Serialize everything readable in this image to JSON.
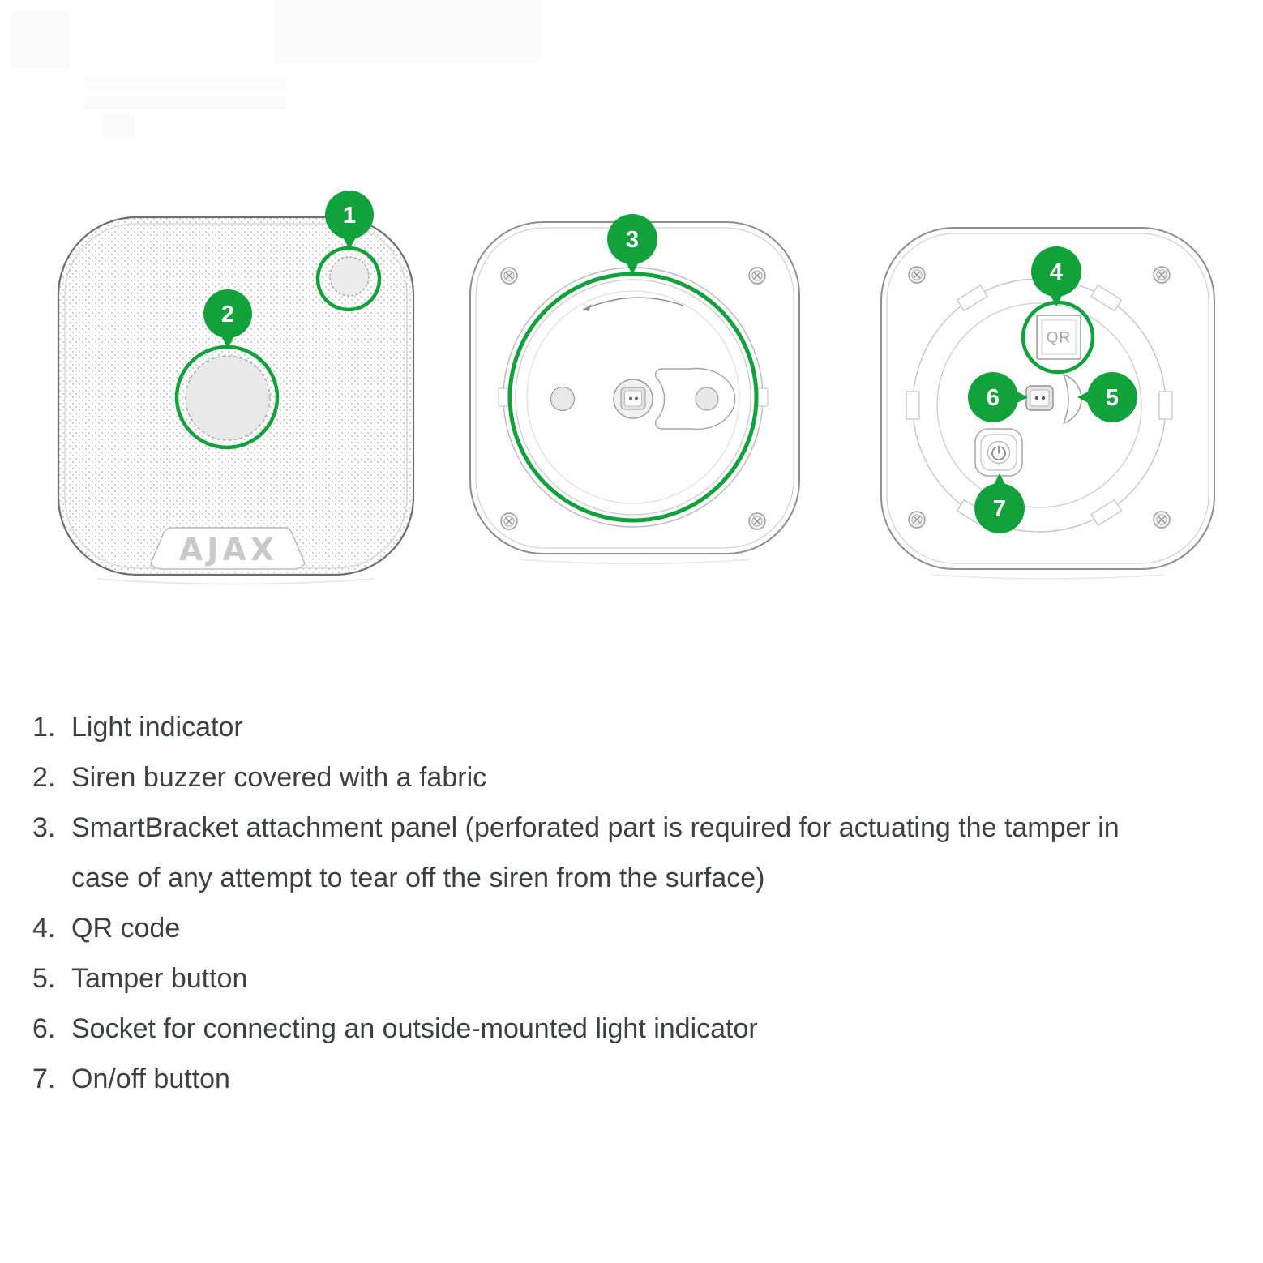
{
  "diagram": {
    "accent_green": "#11A23C",
    "device_outline_gray": "#8f8f8f",
    "front": {
      "logo": "AJAX"
    },
    "back": {
      "qr_label": "QR"
    },
    "callouts": [
      "1",
      "2",
      "3",
      "4",
      "5",
      "6",
      "7"
    ]
  },
  "legend": {
    "items": [
      {
        "num": "1.",
        "text": "Light indicator"
      },
      {
        "num": "2.",
        "text": "Siren buzzer covered with a fabric"
      },
      {
        "num": "3.",
        "text": "SmartBracket attachment panel (perforated part is required for actuating the tamper in case of any attempt to tear off the siren from the surface)"
      },
      {
        "num": "4.",
        "text": "QR code"
      },
      {
        "num": "5.",
        "text": "Tamper button"
      },
      {
        "num": "6.",
        "text": "Socket for connecting an outside-mounted light indicator"
      },
      {
        "num": "7.",
        "text": "On/off button"
      }
    ]
  }
}
